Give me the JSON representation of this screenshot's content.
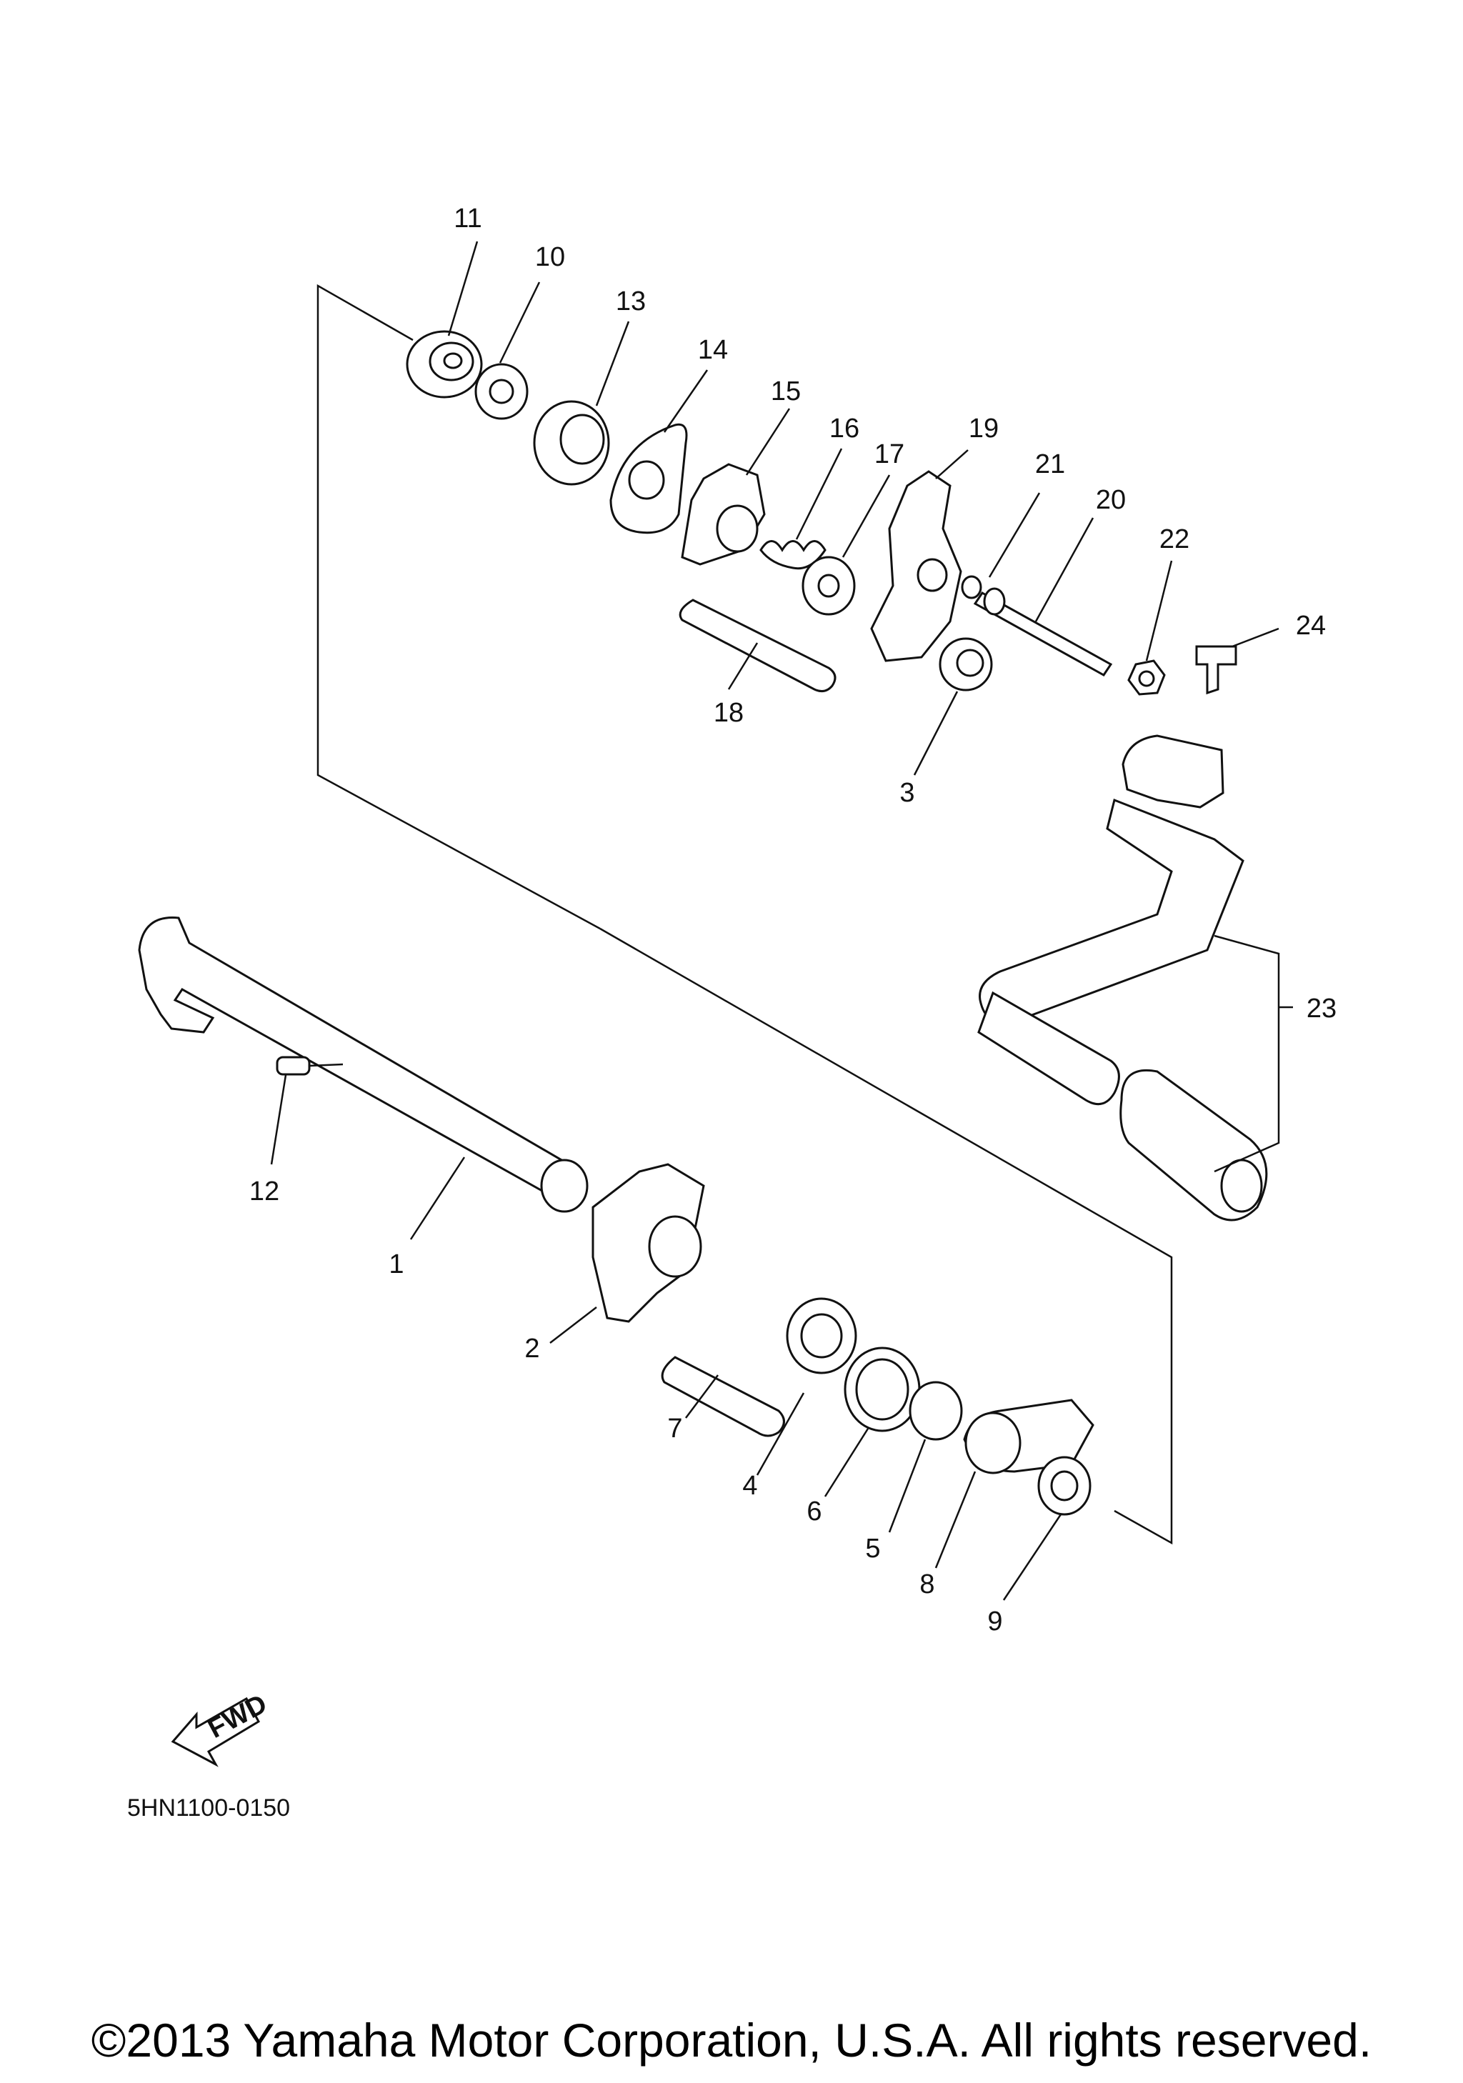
{
  "diagram": {
    "callouts": [
      {
        "id": "1",
        "text": "1"
      },
      {
        "id": "2",
        "text": "2"
      },
      {
        "id": "3",
        "text": "3"
      },
      {
        "id": "4",
        "text": "4"
      },
      {
        "id": "5",
        "text": "5"
      },
      {
        "id": "6",
        "text": "6"
      },
      {
        "id": "7",
        "text": "7"
      },
      {
        "id": "8",
        "text": "8"
      },
      {
        "id": "9",
        "text": "9"
      },
      {
        "id": "10",
        "text": "10"
      },
      {
        "id": "11",
        "text": "11"
      },
      {
        "id": "12",
        "text": "12"
      },
      {
        "id": "13",
        "text": "13"
      },
      {
        "id": "14",
        "text": "14"
      },
      {
        "id": "15",
        "text": "15"
      },
      {
        "id": "16",
        "text": "16"
      },
      {
        "id": "17",
        "text": "17"
      },
      {
        "id": "18",
        "text": "18"
      },
      {
        "id": "19",
        "text": "19"
      },
      {
        "id": "20",
        "text": "20"
      },
      {
        "id": "21",
        "text": "21"
      },
      {
        "id": "22",
        "text": "22"
      },
      {
        "id": "23",
        "text": "23"
      },
      {
        "id": "24",
        "text": "24"
      }
    ],
    "fwd_label": "FWD",
    "drawing_code": "5HN1100-0150"
  },
  "footer": {
    "copyright": "©2013 Yamaha Motor Corporation, U.S.A. All rights reserved."
  }
}
